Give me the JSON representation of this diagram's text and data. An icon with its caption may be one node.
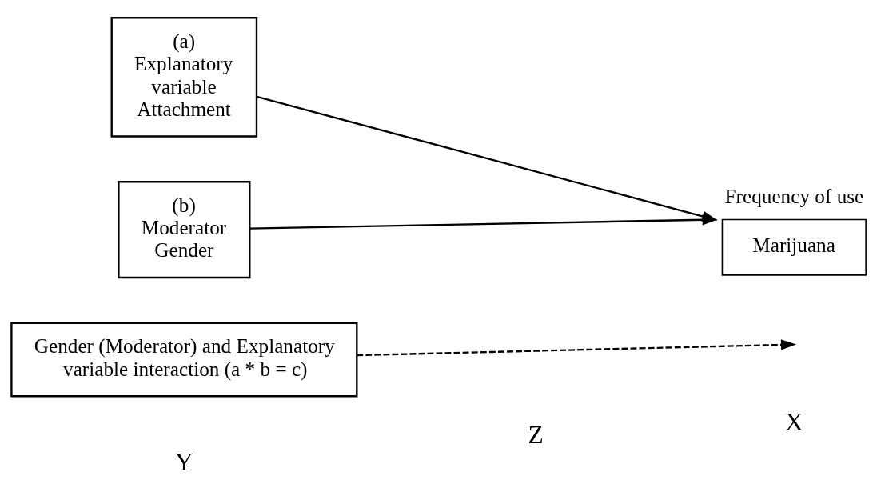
{
  "diagram": {
    "nodes": [
      {
        "text": [
          "(a) Explanatory variable Attachment"
        ]
      },
      {
        "text": [
          "(b) Moderator Gender"
        ]
      },
      {
        "text": [
          "Marijuana"
        ],
        "beside": [
          "Frequency of use"
        ]
      },
      {
        "text": [
          "Gender (Moderator) and Explanatory variable interaction (a * b = c)"
        ]
      }
    ],
    "edges": [
      {
        "from": 0,
        "to": 2,
        "arrow": "to"
      },
      {
        "from": 1,
        "to": 2,
        "arrow": "to"
      },
      {
        "from": 3,
        "to": null,
        "arrow": "to",
        "style": "dashed"
      }
    ],
    "labels": [
      "Y",
      "Z",
      "X"
    ]
  }
}
